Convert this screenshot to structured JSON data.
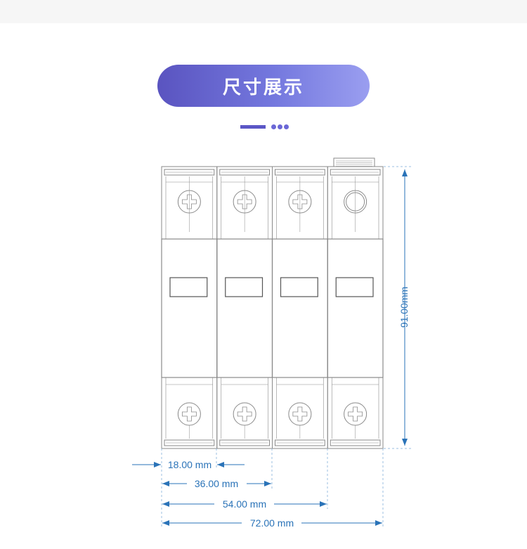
{
  "section": {
    "title": "尺寸展示"
  },
  "dimensions": {
    "height": "91.00mm",
    "width_1": "18.00 mm",
    "width_2": "36.00 mm",
    "width_3": "54.00 mm",
    "width_4": "72.00 mm"
  },
  "colors": {
    "title_gradient_start": "#5a54c0",
    "title_gradient_end": "#9a9ef0",
    "dimension_blue": "#2a73b8",
    "outline": "#8a8a8a"
  },
  "device": {
    "pole_count": 4
  }
}
